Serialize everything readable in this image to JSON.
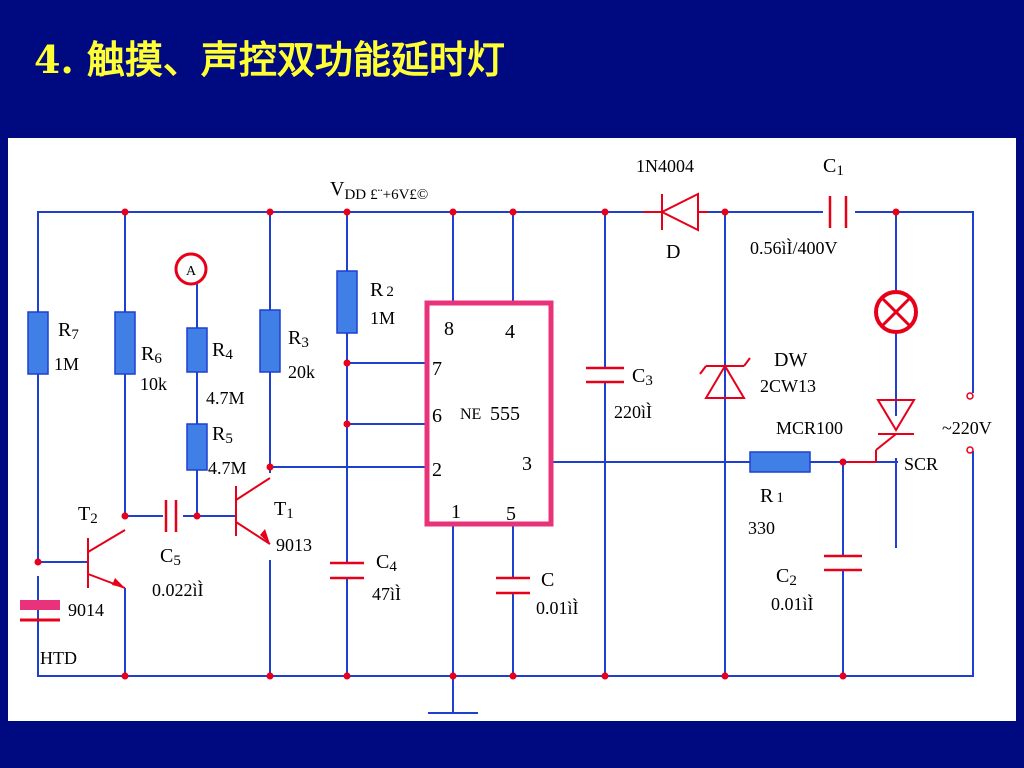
{
  "slide_title": "4. 触摸、声控双功能延时灯",
  "labels": {
    "vdd": "V",
    "vdd_sub": "DD",
    "vdd_value": "£¨+6V£©",
    "r7": "R",
    "r7_sub": "7",
    "r7_value": "1M",
    "r6": "R",
    "r6_sub": "6",
    "r6_value": "10k",
    "r4": "R",
    "r4_sub": "4",
    "r4_value": "4.7M",
    "r5": "R",
    "r5_sub": "5",
    "r5_value": "4.7M",
    "r3": "R",
    "r3_sub": "3",
    "r3_value": "20k",
    "r2": "R",
    "r2_sub": "2",
    "r2_value": "1M",
    "r1": "R",
    "r1_sub": "1",
    "r1_value": "330",
    "probe": "A",
    "t1": "T",
    "t1_sub": "1",
    "t1_value": "9013",
    "t2": "T",
    "t2_sub": "2",
    "t2_value": "9014",
    "c5": "C",
    "c5_sub": "5",
    "c5_value": "0.022ìÌ",
    "c4": "C",
    "c4_sub": "4",
    "c4_value": "47ìÌ",
    "c": "C",
    "c_value": "0.01ìÌ",
    "c3": "C",
    "c3_sub": "3",
    "c3_value": "220ìÌ",
    "c2": "C",
    "c2_sub": "2",
    "c2_value": "0.01ìÌ",
    "c1": "C",
    "c1_sub": "1",
    "c1_value": "0.56ìÌ/400V",
    "diode_part": "1N4004",
    "diode_name": "D",
    "zener_name": "DW",
    "zener_part": "2CW13",
    "scr_part": "MCR100",
    "scr_name": "SCR",
    "ac_supply": "~220V",
    "touch_plate": "HTD",
    "ic_name": "NE",
    "ic_number": "555",
    "pin_8": "8",
    "pin_4": "4",
    "pin_7": "7",
    "pin_6": "6",
    "pin_2": "2",
    "pin_3": "3",
    "pin_1": "1",
    "pin_5": "5"
  },
  "colors": {
    "background": "#000a80",
    "title": "#ffff33",
    "panel": "#ffffff",
    "wire": "#1e3fd0",
    "component": "#e6001a",
    "resistor_fill": "#3f7fe6",
    "ic_outline": "#e8337a",
    "touch_plate_fill": "#e8337a"
  }
}
